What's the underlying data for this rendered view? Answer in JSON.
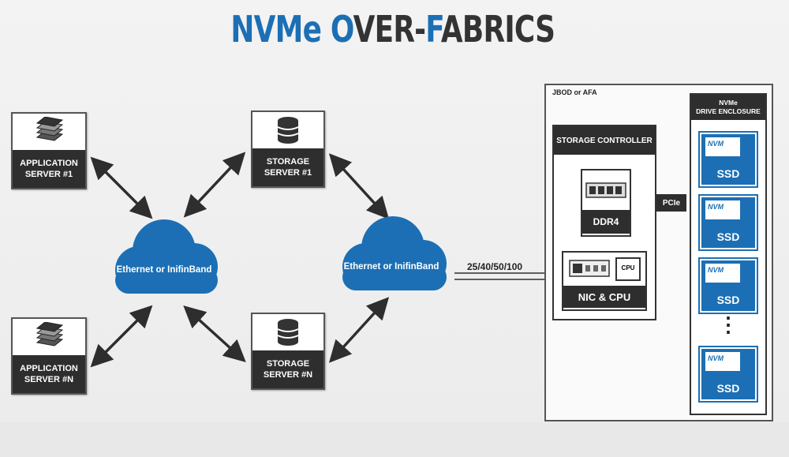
{
  "title": {
    "part1": "NVMe ",
    "part2": "O",
    "part3": "VER-",
    "part4": "F",
    "part5": "ABRICS"
  },
  "nodes": {
    "app1": {
      "line1": "APPLICATION",
      "line2": "SERVER #1",
      "icon": "server-stack-icon"
    },
    "appN": {
      "line1": "APPLICATION",
      "line2": "SERVER #N",
      "icon": "server-stack-icon"
    },
    "stor1": {
      "line1": "STORAGE",
      "line2": "SERVER #1",
      "icon": "database-icon"
    },
    "storN": {
      "line1": "STORAGE",
      "line2": "SERVER #N",
      "icon": "database-icon"
    }
  },
  "clouds": {
    "left": "Ethernet or InifinBand",
    "right": "Ethernet or InifinBand"
  },
  "link_speed": "25/40/50/100",
  "enclosure": {
    "label": "JBOD or AFA",
    "controller": "STORAGE CONTROLLER",
    "ddr": "DDR4",
    "cpu": "CPU",
    "nic_cpu": "NIC & CPU",
    "pcie": "PCIe",
    "drive_enclosure_line1": "NVMe",
    "drive_enclosure_line2": "DRIVE ENCLOSURE",
    "ssds": [
      "SSD",
      "SSD",
      "SSD",
      "SSD"
    ],
    "ssd_chip_label": "NVM",
    "ellipsis": "⋮"
  },
  "colors": {
    "accent": "#1c6fb4",
    "dark": "#2e2e2e"
  }
}
